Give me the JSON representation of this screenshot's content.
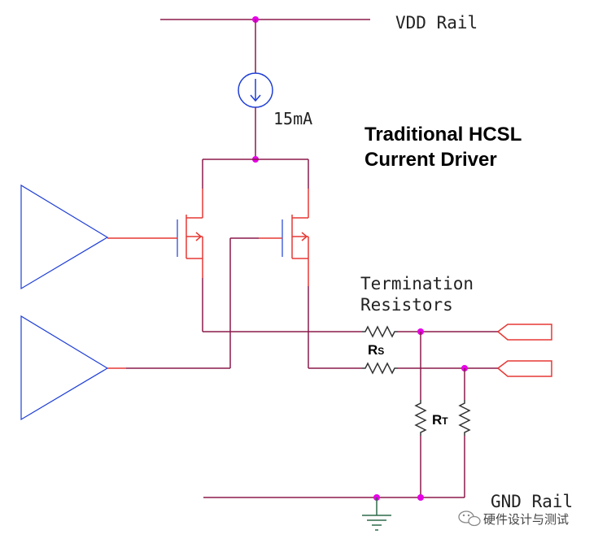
{
  "labels": {
    "vdd": "VDD Rail",
    "gnd": "GND Rail",
    "current": "15mA",
    "title_line1": "Traditional HCSL",
    "title_line2": "Current Driver",
    "termination_line1": "Termination",
    "termination_line2": "Resistors",
    "rs_main": "R",
    "rs_sub": "S",
    "rt_main": "R",
    "rt_sub": "T"
  },
  "watermark": {
    "icon": "wechat-icon",
    "text": "硬件设计与测试"
  },
  "colors": {
    "wire": "#8b1a4a",
    "junction": "#e600e6",
    "buffer": "#1f3fd6",
    "resistor": "#333333",
    "source": "#1f3fd6",
    "ground": "#2f6b4a"
  }
}
